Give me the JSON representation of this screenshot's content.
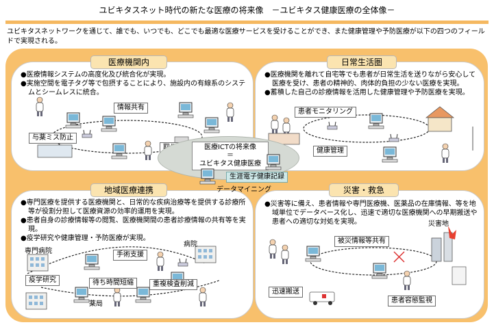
{
  "title": "ユビキタスネット時代の新たな医療の将来像　－ユビキタス健康医療の全体像－",
  "intro": "ユビキタスネットワークを通じて、誰でも、いつでも、どこでも最適な医療サービスを受けることができ、また健康管理や予防医療が以下の四つのフィールドで実現される。",
  "center": {
    "line1": "医療ICTの将来像",
    "line2": "＝",
    "line3": "ユビキタス健康医療",
    "ehr": "生涯電子健康記録",
    "data_mining": "データマイニング"
  },
  "panels": {
    "hospital": {
      "title": "医療機関内",
      "bullets": [
        "●医療情報システムの高度化及び統合化が実現。",
        "●実施空間を電子タグ等で包摂することにより、施設内の有線系のシステムとシームレスに統合。"
      ],
      "labels": {
        "info_share": "情報共有",
        "med_error": "与薬ミス防止",
        "mixup": "取り違え防止"
      }
    },
    "daily": {
      "title": "日常生活圏",
      "bullets": [
        "●医療機関を離れて自宅等でも患者が日常生活を送りながら安心して医療を受け、患者の精神的、肉体的負担の少ない医療を実現。",
        "●蓄積した自己の診療情報を活用した健康管理や予防医療を実現。"
      ],
      "labels": {
        "monitoring": "患者モニタリング",
        "health_mgmt": "健康管理"
      }
    },
    "regional": {
      "title": "地域医療連携",
      "bullets": [
        "●専門医療を提供する医療機関と、日常的な疾病治療等を提供する診療所等が役割分担して医療資源の効率的運用を実現。",
        "●患者自身の診療情報等の閲覧、医療機関間の患者診療情報の共有等を実現。",
        "●疫学研究や健康管理・予防医療が実現。"
      ],
      "labels": {
        "specialist": "専門病院",
        "hospital": "病院",
        "surgery": "手術支援",
        "epidemiology": "疫学研究",
        "waiting": "待ち時間短縮",
        "duplicate": "重複検査削減",
        "pharmacy": "薬局"
      }
    },
    "disaster": {
      "title": "災害・救急",
      "bullets": [
        "●災害等に備え、患者情報や専門医療機、医薬品の在庫情報、等を地域単位でデータベース化し、迅速で適切な医療機関への早期搬送や患者への適切な対処を実現。"
      ],
      "labels": {
        "site": "災害地",
        "disaster_info": "被災情報等共有",
        "transport": "迅速搬送",
        "vitals": "患者容態監視"
      }
    }
  },
  "colors": {
    "frame": "#f8c06c",
    "panel_title_bg": "#fbe4b0",
    "top_rule": "#f5b860",
    "center_oval": "#d5dad4",
    "ehr_bg": "#cfe9e9",
    "wireless_link": "#222222"
  }
}
